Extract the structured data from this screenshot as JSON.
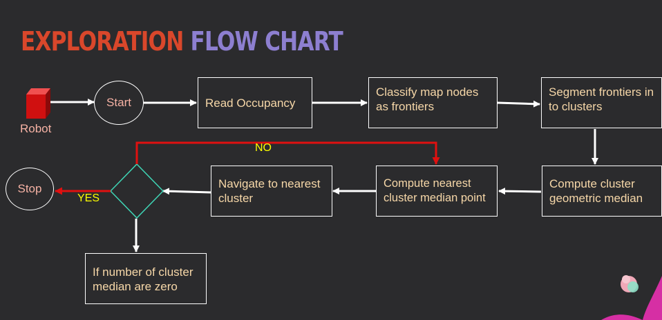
{
  "title": {
    "part1": "EXPLORATION",
    "part2": "FLOW CHART"
  },
  "nodes": {
    "robot": "Robot",
    "start": "Start",
    "read_occupancy": "Read Occupancy",
    "classify": "Classify map nodes as frontiers",
    "segment": "Segment frontiers in to clusters",
    "compute_median": "Compute cluster geometric median",
    "compute_nearest": "Compute nearest cluster median point",
    "navigate": "Navigate to nearest cluster",
    "condition": "If number of cluster median are zero",
    "stop": "Stop"
  },
  "edge_labels": {
    "no": "NO",
    "yes": "YES"
  },
  "colors": {
    "title_accent_1": "#d9472b",
    "title_accent_2": "#8d7fd0",
    "box_text": "#f6d7a8",
    "oval_text": "#f6b2a4",
    "no_branch": "#e01010",
    "yes_label": "#ffff00",
    "no_label": "#ffff00",
    "decision_outline": "#3fd6b6"
  }
}
